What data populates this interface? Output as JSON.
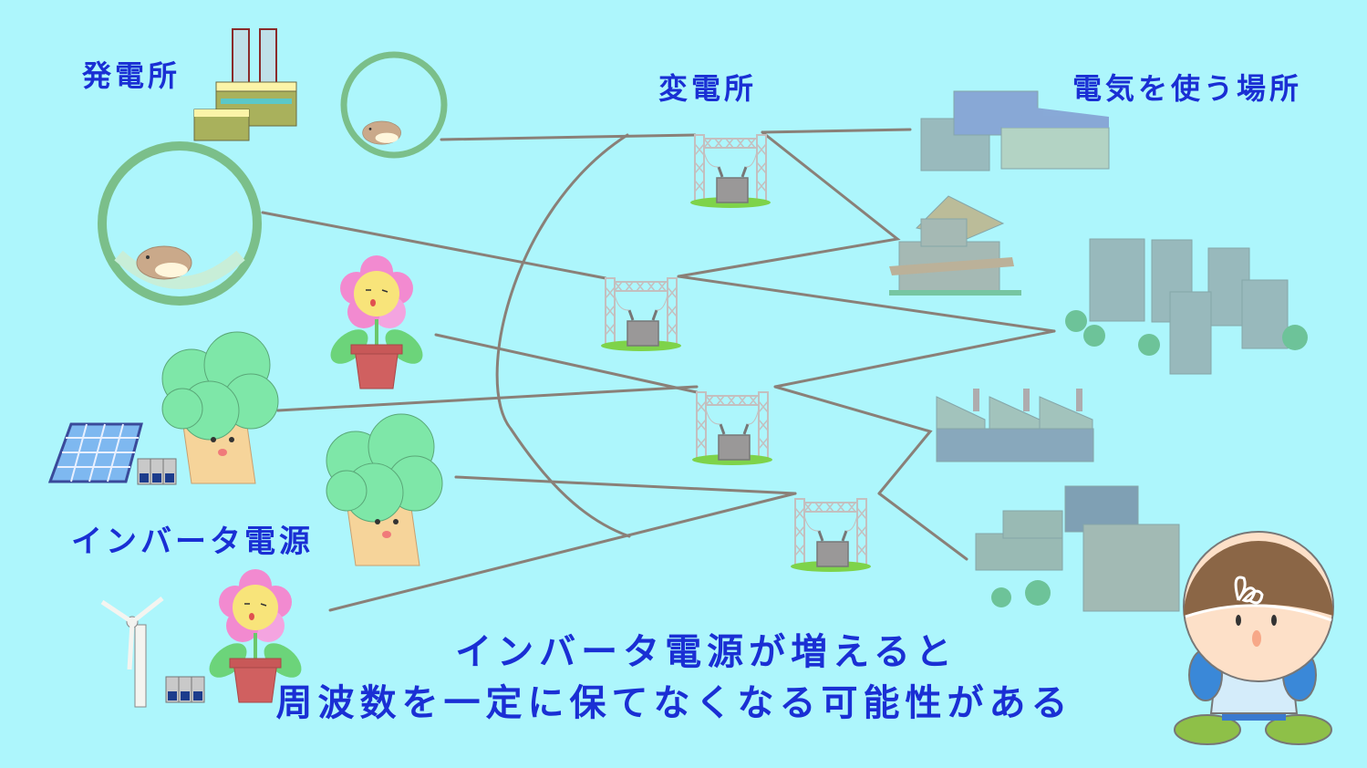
{
  "colors": {
    "background": "#adf6fc",
    "text": "#1a2fd4",
    "power_line": "#8a8078"
  },
  "labels": {
    "power_plant": "発電所",
    "substation": "変電所",
    "consumers": "電気を使う場所",
    "inverter_source": "インバータ電源"
  },
  "caption": {
    "line1": "インバータ電源が増えると",
    "line2": "周波数を一定に保てなくなる可能性がある"
  },
  "sources": {
    "synchronous": [
      "thermal-power-plant",
      "hamster-wheel-large",
      "hamster-wheel-small"
    ],
    "inverter": [
      "solar-panel",
      "wind-turbine",
      "inverter-cabinets",
      "tree-character",
      "flower-character"
    ]
  },
  "substations_count": 4,
  "consumer_sites": [
    "factory-complex",
    "house",
    "high-rise-city",
    "sawtooth-factory",
    "residential-houses"
  ]
}
